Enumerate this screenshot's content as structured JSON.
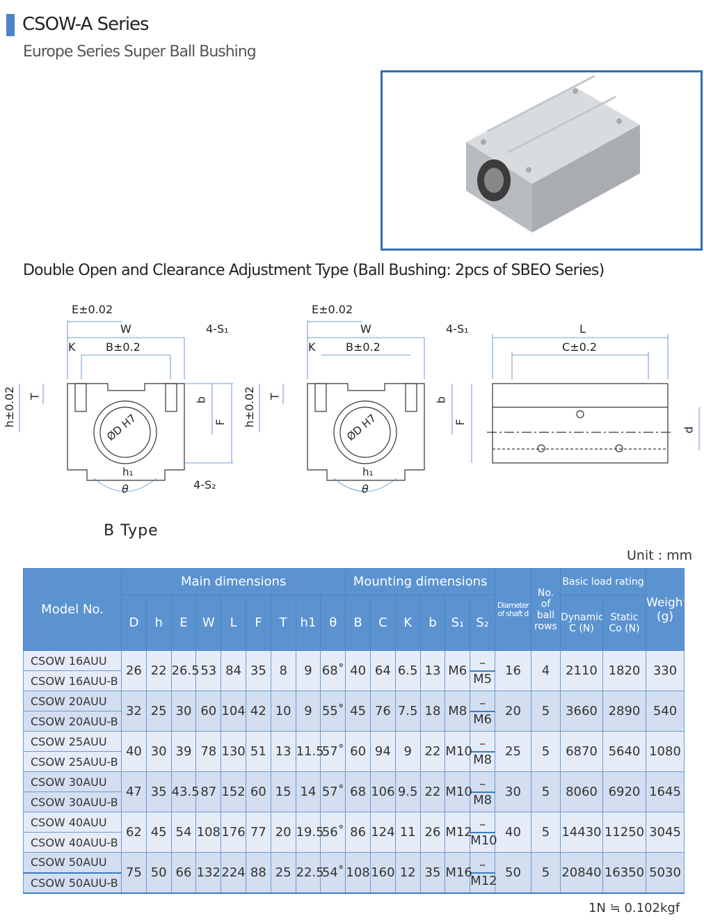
{
  "header": {
    "title": "CSOW-A Series",
    "subtitle": "Europe Series Super Ball Bushing"
  },
  "type_title": "Double Open and Clearance Adjustment Type (Ball Bushing: 2pcs of SBEO Series)",
  "diagram_labels": {
    "E": "E±0.02",
    "W": "W",
    "K": "K",
    "B": "B±0.2",
    "S1": "4-S₁",
    "h": "h±0.02",
    "T": "T",
    "b": "b",
    "F": "F",
    "D": "ØD H7",
    "h1": "h₁",
    "theta": "θ",
    "S2": "4-S₂",
    "L": "L",
    "C": "C±0.2",
    "d": "d"
  },
  "b_type": "B  Type",
  "unit": "Unit : mm",
  "table": {
    "headers": {
      "model": "Model No.",
      "main": "Main dimensions",
      "mounting": "Mounting dimensions",
      "shaft": "Diameter of shaft d",
      "rows": "No. of ball rows",
      "load": "Basic load rating",
      "dynamic": "Dynamic C (N)",
      "static": "Static Co (N)",
      "weight": "Weight (g)",
      "cols": [
        "D",
        "h",
        "E",
        "W",
        "L",
        "F",
        "T",
        "h1",
        "θ",
        "B",
        "C",
        "K",
        "b",
        "S₁",
        "S₂"
      ]
    },
    "rows": [
      {
        "m1": "CSOW 16AUU",
        "m2": "CSOW 16AUU-B",
        "vals": [
          "26",
          "22",
          "26.5",
          "53",
          "84",
          "35",
          "8",
          "9",
          "68˚",
          "40",
          "64",
          "6.5",
          "13",
          "M6"
        ],
        "s2a": "–",
        "s2b": "M5",
        "d": "16",
        "rows": "4",
        "dyn": "2110",
        "stat": "1820",
        "w": "330"
      },
      {
        "m1": "CSOW 20AUU",
        "m2": "CSOW 20AUU-B",
        "vals": [
          "32",
          "25",
          "30",
          "60",
          "104",
          "42",
          "10",
          "9",
          "55˚",
          "45",
          "76",
          "7.5",
          "18",
          "M8"
        ],
        "s2a": "–",
        "s2b": "M6",
        "d": "20",
        "rows": "5",
        "dyn": "3660",
        "stat": "2890",
        "w": "540"
      },
      {
        "m1": "CSOW 25AUU",
        "m2": "CSOW 25AUU-B",
        "vals": [
          "40",
          "30",
          "39",
          "78",
          "130",
          "51",
          "13",
          "11.5",
          "57˚",
          "60",
          "94",
          "9",
          "22",
          "M10"
        ],
        "s2a": "–",
        "s2b": "M8",
        "d": "25",
        "rows": "5",
        "dyn": "6870",
        "stat": "5640",
        "w": "1080"
      },
      {
        "m1": "CSOW 30AUU",
        "m2": "CSOW 30AUU-B",
        "vals": [
          "47",
          "35",
          "43.5",
          "87",
          "152",
          "60",
          "15",
          "14",
          "57˚",
          "68",
          "106",
          "9.5",
          "22",
          "M10"
        ],
        "s2a": "–",
        "s2b": "M8",
        "d": "30",
        "rows": "5",
        "dyn": "8060",
        "stat": "6920",
        "w": "1645"
      },
      {
        "m1": "CSOW 40AUU",
        "m2": "CSOW 40AUU-B",
        "vals": [
          "62",
          "45",
          "54",
          "108",
          "176",
          "77",
          "20",
          "19.5",
          "56˚",
          "86",
          "124",
          "11",
          "26",
          "M12"
        ],
        "s2a": "–",
        "s2b": "M10",
        "d": "40",
        "rows": "5",
        "dyn": "14430",
        "stat": "11250",
        "w": "3045"
      },
      {
        "m1": "CSOW 50AUU",
        "m2": "CSOW 50AUU-B",
        "vals": [
          "75",
          "50",
          "66",
          "132",
          "224",
          "88",
          "25",
          "22.5",
          "54˚",
          "108",
          "160",
          "12",
          "35",
          "M16"
        ],
        "s2a": "–",
        "s2b": "M12",
        "d": "50",
        "rows": "5",
        "dyn": "20840",
        "stat": "16350",
        "w": "5030"
      }
    ]
  },
  "conversion": "1N ≒ 0.102kgf",
  "colors": {
    "accent": "#4a86c8",
    "header": "#5b93d1",
    "row_light": "#e5ecf8",
    "row_dark": "#d3def0"
  }
}
